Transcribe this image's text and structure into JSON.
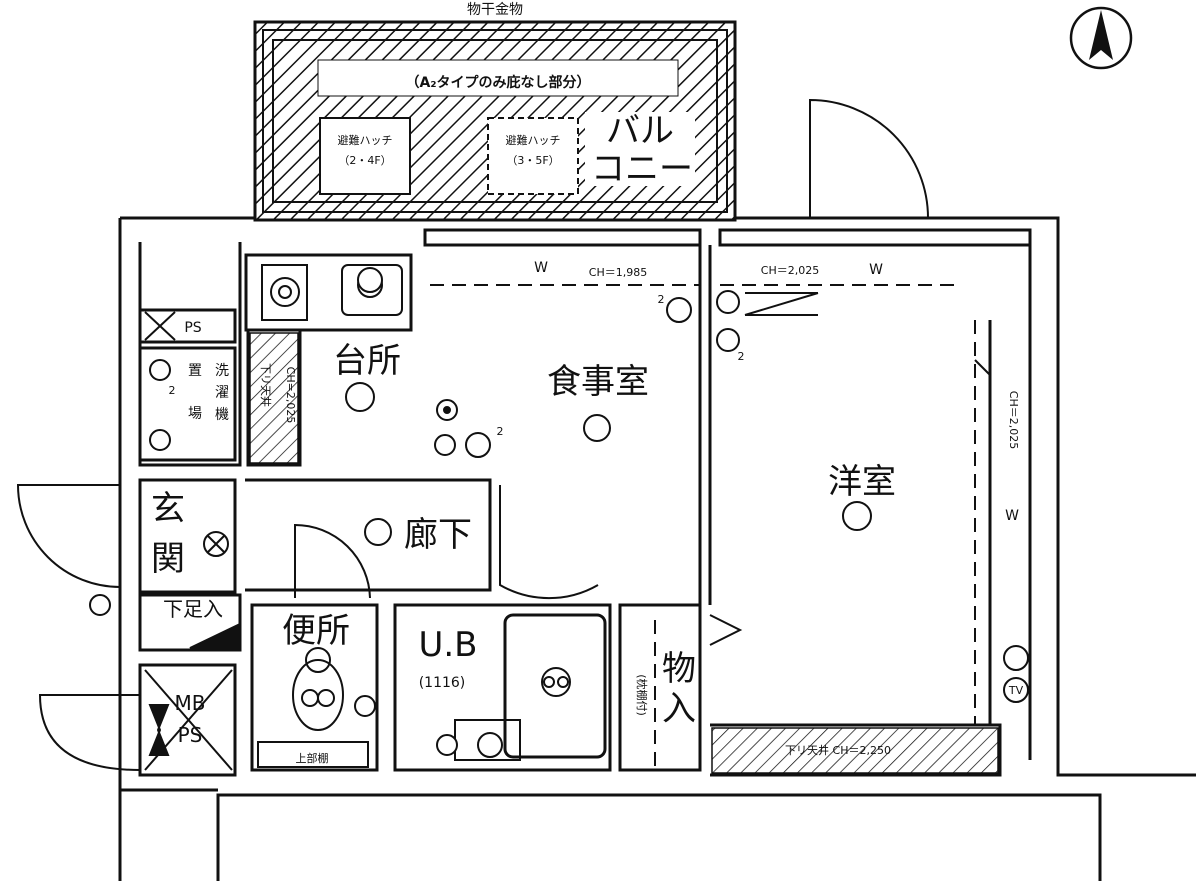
{
  "labels": {
    "top_hardware": "物干金物",
    "balcony_note": "（A₂タイプのみ庇なし部分）",
    "hatch1_line1": "避難ハッチ",
    "hatch1_line2": "（2・4F）",
    "hatch2_line1": "避難ハッチ",
    "hatch2_line2": "（3・5F）",
    "balcony_line1": "バル",
    "balcony_line2": "コニー",
    "ceiling_dining": "CH＝1,985",
    "ceiling_western_top": "CH＝2,025",
    "ceiling_western_side": "CH＝2,025",
    "w_mark": "W",
    "ps": "PS",
    "kitchen": "台所",
    "dining": "食事室",
    "western": "洋室",
    "laundry_line1": "洗",
    "laundry_line2": "濯",
    "laundry_line3": "機",
    "laundry_place": "置",
    "laundry_place2": "場",
    "lowered_ceiling_v": "下リ天井",
    "ch_small_v": "CH=2,025",
    "entrance_line1": "玄",
    "entrance_line2": "関",
    "corridor": "廊下",
    "shoe_box": "下足入",
    "toilet": "便所",
    "unit_bath": "U.B",
    "unit_bath_size": "(1116)",
    "storage_line1": "物",
    "storage_line2": "入",
    "shelf_note": "(枕棚付)",
    "mbps_line1": "MB",
    "mbps_line2": "PS",
    "upper_cabinet": "上部棚",
    "lowered_ceiling_bottom": "下リ天井 CH＝2,250",
    "tv": "TV",
    "num2": "2"
  },
  "icons": [
    "north-arrow-icon",
    "outlet-icon",
    "light-fixture-icon",
    "door-swing-icon",
    "toilet-icon",
    "sink-icon",
    "stove-icon"
  ]
}
